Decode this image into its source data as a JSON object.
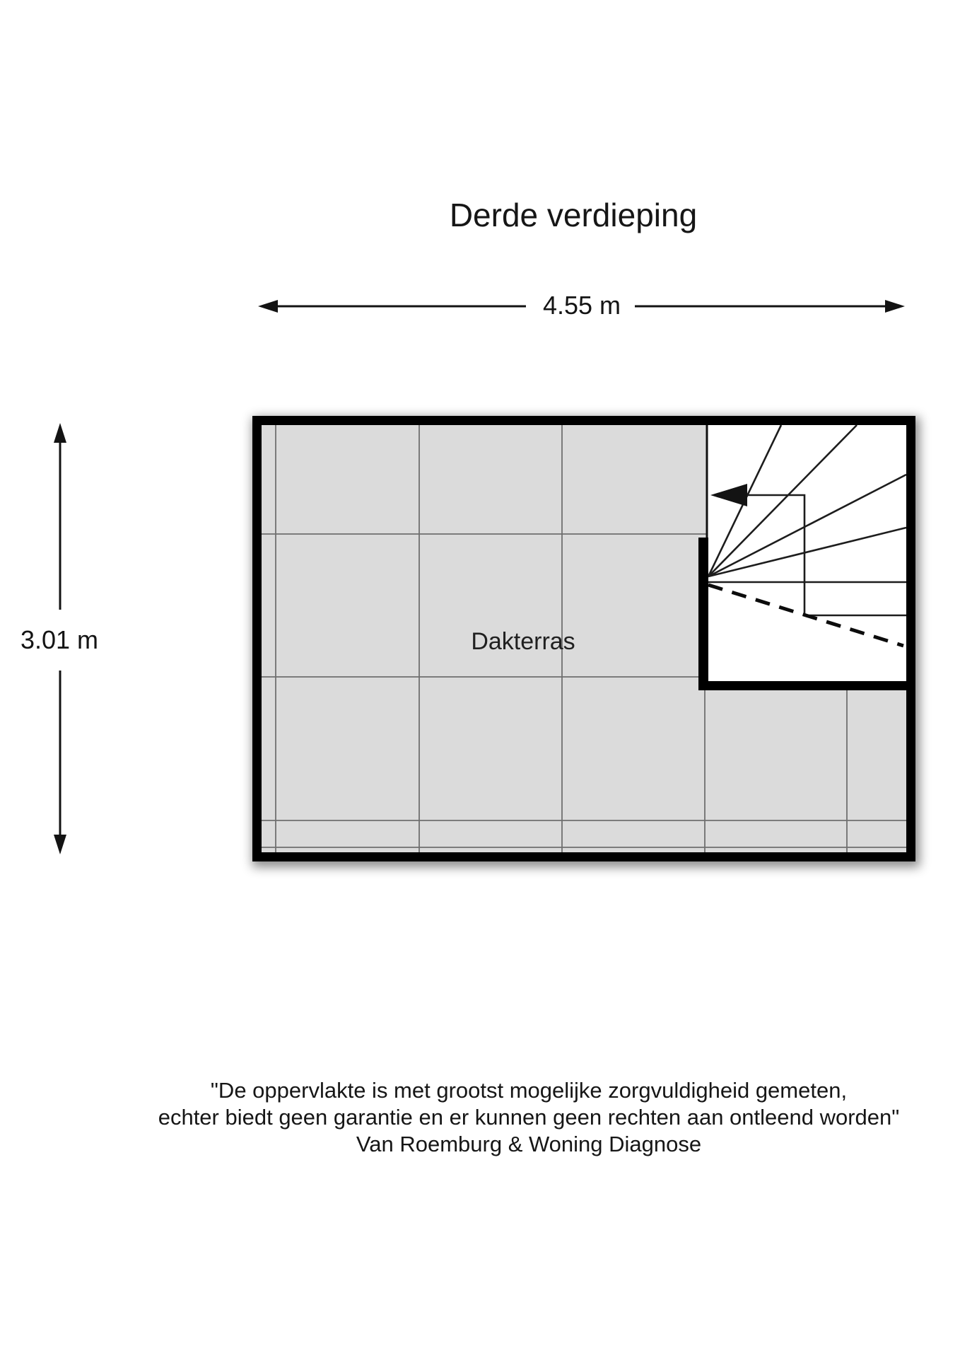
{
  "title": "Derde verdieping",
  "plan": {
    "room_label": "Dakterras",
    "width_dimension": "4.55 m",
    "height_dimension": "3.01 m"
  },
  "footer": {
    "line1": "\"De oppervlakte is met grootst mogelijke zorgvuldigheid gemeten,",
    "line2": "echter biedt geen garantie en er kunnen geen rechten aan ontleend worden\"",
    "line3": "Van Roemburg & Woning Diagnose"
  },
  "colors": {
    "wall": "#000000",
    "tile_fill": "#dbdbdb",
    "tile_line": "#6f6f6f",
    "stair_fill": "#ffffff",
    "line": "#1a1a1a"
  }
}
